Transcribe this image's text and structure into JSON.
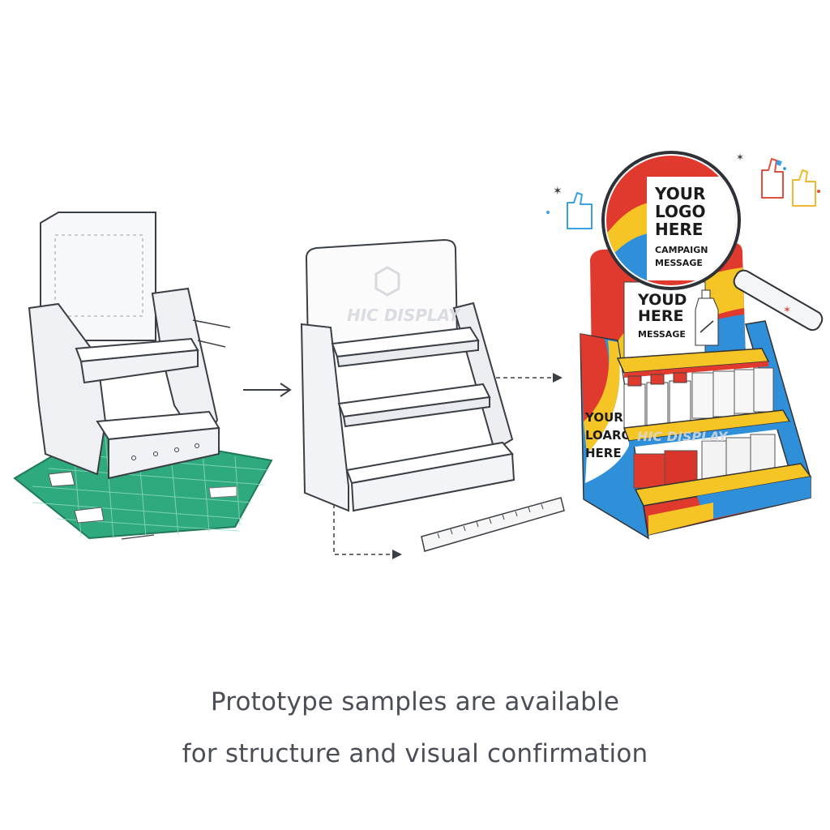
{
  "caption": {
    "line1": "Prototype samples are available",
    "line2": "for structure and visual confirmation"
  },
  "magnifier_panel": {
    "title_lines": [
      "YOUR",
      "LOGO",
      "HERE"
    ],
    "subtitle_lines": [
      "CAMPAIGN",
      "MESSAGE"
    ]
  },
  "display_header": {
    "title_lines": [
      "YOUD",
      "HERE"
    ],
    "subtitle": "MESSAGE"
  },
  "display_side_panel": {
    "lines": [
      "YOUR",
      "LOARO",
      "HERE"
    ]
  },
  "watermark": {
    "text": "HIC DISPLAY"
  },
  "steps": [
    {
      "name": "cardboard-prototype",
      "icon": "cutting-mat-prototype-icon"
    },
    {
      "name": "white-sample",
      "icon": "blank-display-sample-icon"
    },
    {
      "name": "printed-display",
      "icon": "printed-display-icon"
    }
  ],
  "colors": {
    "red": "#e03a2f",
    "blue": "#2f8fd8",
    "yellow": "#f5c526",
    "mat_green": "#2faa7e",
    "line": "#3a3f46",
    "caption": "#4a4f57"
  }
}
